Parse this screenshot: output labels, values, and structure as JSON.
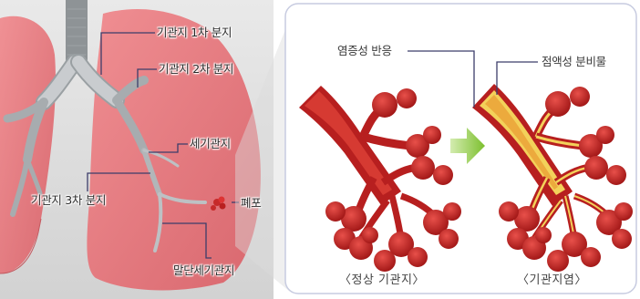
{
  "labels": {
    "primary_bronchus": "기관지 1차 분지",
    "secondary_bronchus": "기관지 2차 분지",
    "bronchiole": "세기관지",
    "tertiary_bronchus": "기관지 3차 분지",
    "lung": "폐포",
    "terminal_bronchiole": "말단세기관지",
    "inflammatory_response": "염증성 반응",
    "mucus_secretion": "점액성 분비물"
  },
  "captions": {
    "normal": "〈정상 기관지〉",
    "bronchitis": "〈기관지염〉"
  },
  "colors": {
    "lung_fill": "#e8787e",
    "bronchus_gray": "#b4b8ba",
    "alveoli_red": "#c82a2a",
    "inflamed_yellow": "#f3d15a",
    "arrow_green": "#8cc63f",
    "panel_border": "#c7cbe0"
  }
}
